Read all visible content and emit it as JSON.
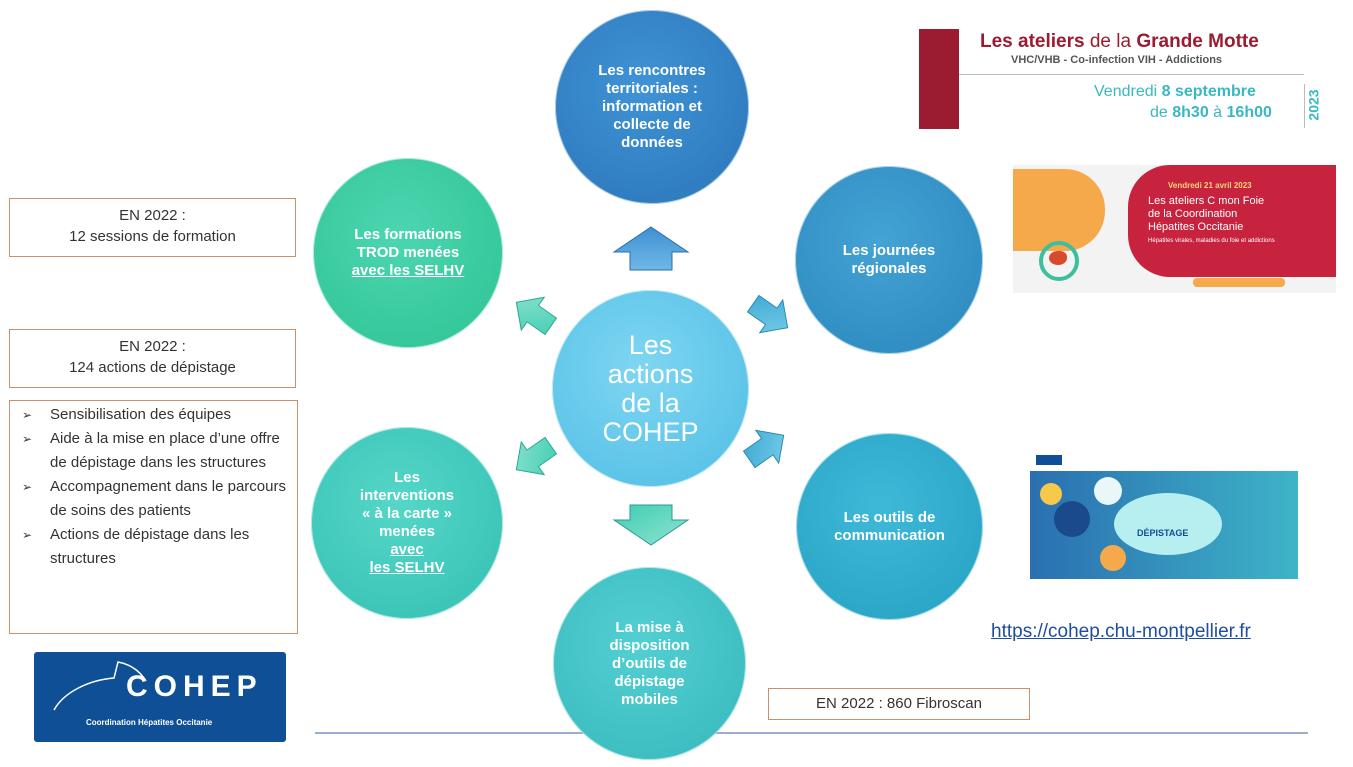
{
  "center": {
    "text": "Les\nactions\nde la\nCOHEP"
  },
  "nodes": {
    "top": {
      "line1": "Les rencontres\nterritoriales :\ninformation et\ncollecte de\ndonnées"
    },
    "upper_left": {
      "line1": "Les formations\nTROD menées",
      "line2": "avec les SELHV"
    },
    "upper_right": {
      "line1": "Les journées\nrégionales"
    },
    "lower_left": {
      "line1": "Les\ninterventions\n« à la carte »\nmenées ",
      "line2": "avec\nles SELHV"
    },
    "lower_right": {
      "line1": "Les outils de\ncommunication"
    },
    "bottom": {
      "line1": "La mise à\ndisposition\nd’outils de\ndépistage\nmobiles"
    }
  },
  "boxes": {
    "formations": {
      "line1": "EN 2022 :",
      "line2": "12 sessions de formation"
    },
    "depistage": {
      "line1": "EN 2022 :",
      "line2": "124 actions de dépistage"
    },
    "fibroscan": "EN 2022 : 860 Fibroscan"
  },
  "bullet_list": [
    "Sensibilisation des équipes",
    "Aide à la mise en place d’une offre de dépistage dans les structures",
    "Accompagnement dans le parcours de soins des patients",
    "Actions de dépistage dans les structures"
  ],
  "event": {
    "title_a": "Les ateliers",
    "title_b": " de la ",
    "title_c": "Grande Motte",
    "subtitle": "VHC/VHB - Co-infection VIH - Addictions",
    "date_a": "Vendredi ",
    "date_b": "8 septembre",
    "time_a": "de ",
    "time_b": "8h30",
    "time_c": " à ",
    "time_d": "16h00",
    "year": "2023"
  },
  "banner": {
    "date": "Vendredi 21 avril 2023",
    "title": "Les ateliers C mon Foie\nde la Coordination\nHépatites Occitanie",
    "subtitle": "Hépatites virales, maladies du foie et addictions"
  },
  "website_thumb": {
    "label": "DÉPISTAGE"
  },
  "url": "https://cohep.chu-montpellier.fr",
  "logo": {
    "name": "COHEP",
    "subtitle": "Coordination Hépatites Occitanie"
  },
  "colors": {
    "center": "#58c3e6",
    "top": "#2b7cc0",
    "upper_right": "#2f8fc2",
    "lower_right": "#28a7c8",
    "bottom": "#3bbcc0",
    "lower_left": "#3ac4b8",
    "upper_left": "#33c99e",
    "box_border": "#c6916c",
    "event_red": "#9b1b30",
    "event_teal": "#3ab7c1",
    "logo_blue": "#0f4f96",
    "rule": "#9aaed4"
  }
}
